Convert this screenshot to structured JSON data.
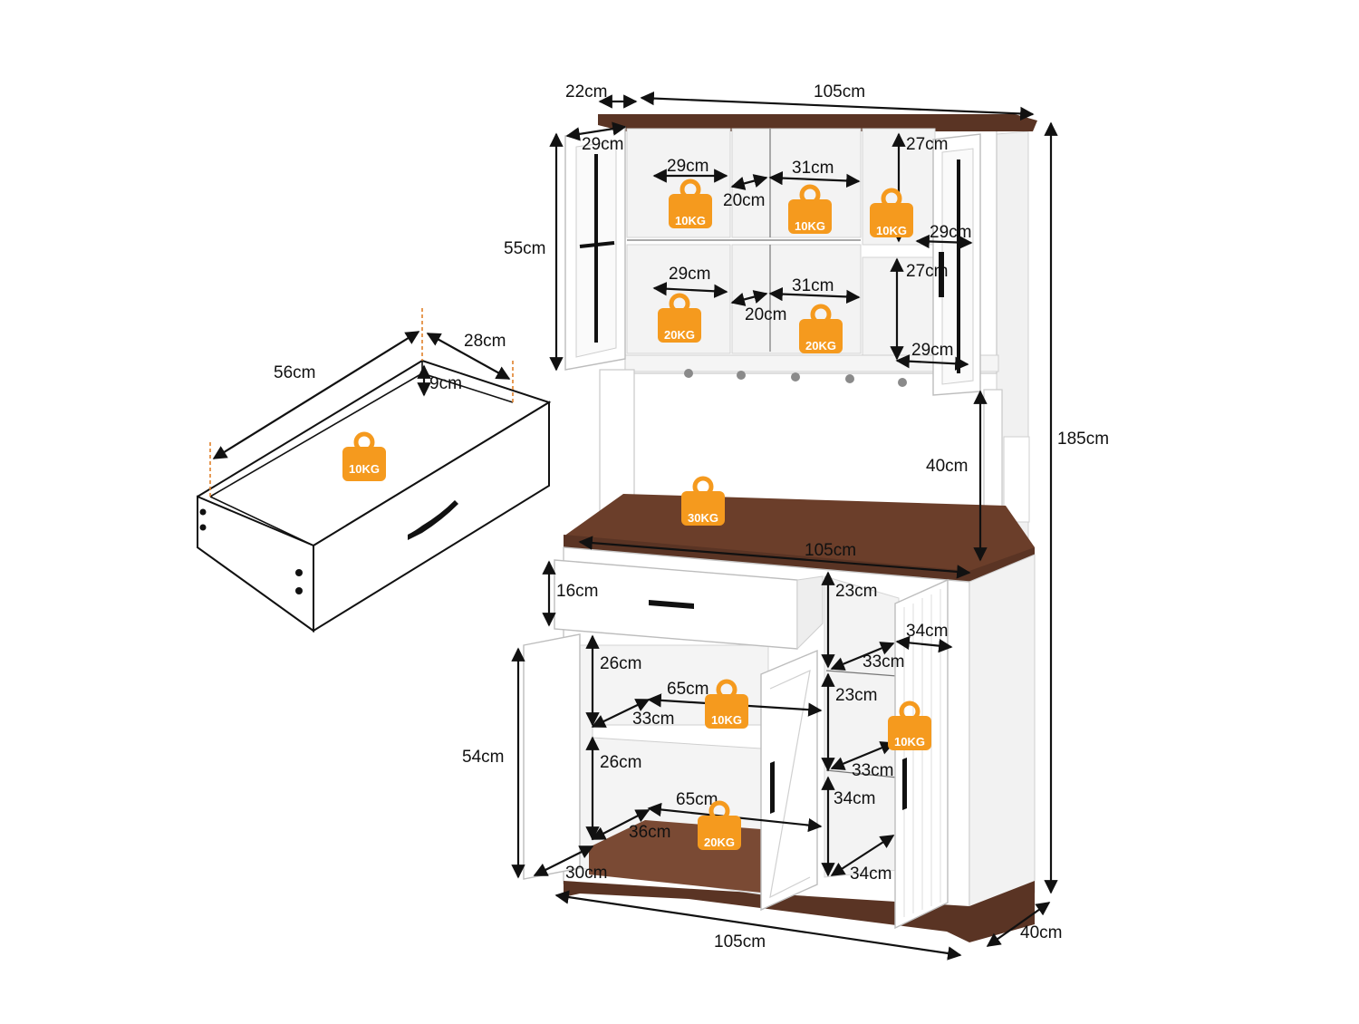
{
  "colors": {
    "wood": "#5a3424",
    "cabinet_white": "#ffffff",
    "weight_badge": "#f59a1e",
    "dimension_line": "#111111",
    "drawer_guide": "#e0802a"
  },
  "icons": [
    "weight-icon",
    "handle-icon"
  ],
  "drawer": {
    "length": "56cm",
    "depth": "28cm",
    "height": "9cm",
    "load": "10KG"
  },
  "overall": {
    "top_depth": "22cm",
    "top_width": "105cm",
    "total_height": "185cm",
    "base_width": "105cm",
    "base_depth": "40cm"
  },
  "hutch": {
    "door_depth": "29cm",
    "height": "55cm",
    "upper_left_width": "29cm",
    "upper_mid_width": "31cm",
    "upper_mid_depth": "20cm",
    "upper_right_height": "27cm",
    "upper_right_depth": "29cm",
    "lower_left_width": "29cm",
    "lower_mid_width": "31cm",
    "lower_mid_depth": "20cm",
    "lower_right_height": "27cm",
    "lower_right_depth": "29cm",
    "load_upper_left": "10KG",
    "load_upper_mid": "10KG",
    "load_upper_right": "10KG",
    "load_lower_left": "20KG",
    "load_lower_mid": "20KG"
  },
  "countertop": {
    "clearance": "40cm",
    "width": "105cm",
    "load": "30KG"
  },
  "base": {
    "drawer_height": "16cm",
    "left_height": "54cm",
    "left_upper_height": "26cm",
    "left_upper_width": "65cm",
    "left_upper_depth": "33cm",
    "left_lower_height": "26cm",
    "left_lower_width": "65cm",
    "left_lower_depth": "36cm",
    "left_floor_depth": "30cm",
    "right_top_height": "23cm",
    "right_door_width": "34cm",
    "right_top_depth": "33cm",
    "right_mid_height": "23cm",
    "right_mid_depth": "33cm",
    "right_low_height": "34cm",
    "right_low_depth": "34cm",
    "load_left_shelf": "10KG",
    "load_right_shelf": "10KG",
    "load_bottom": "20KG"
  }
}
